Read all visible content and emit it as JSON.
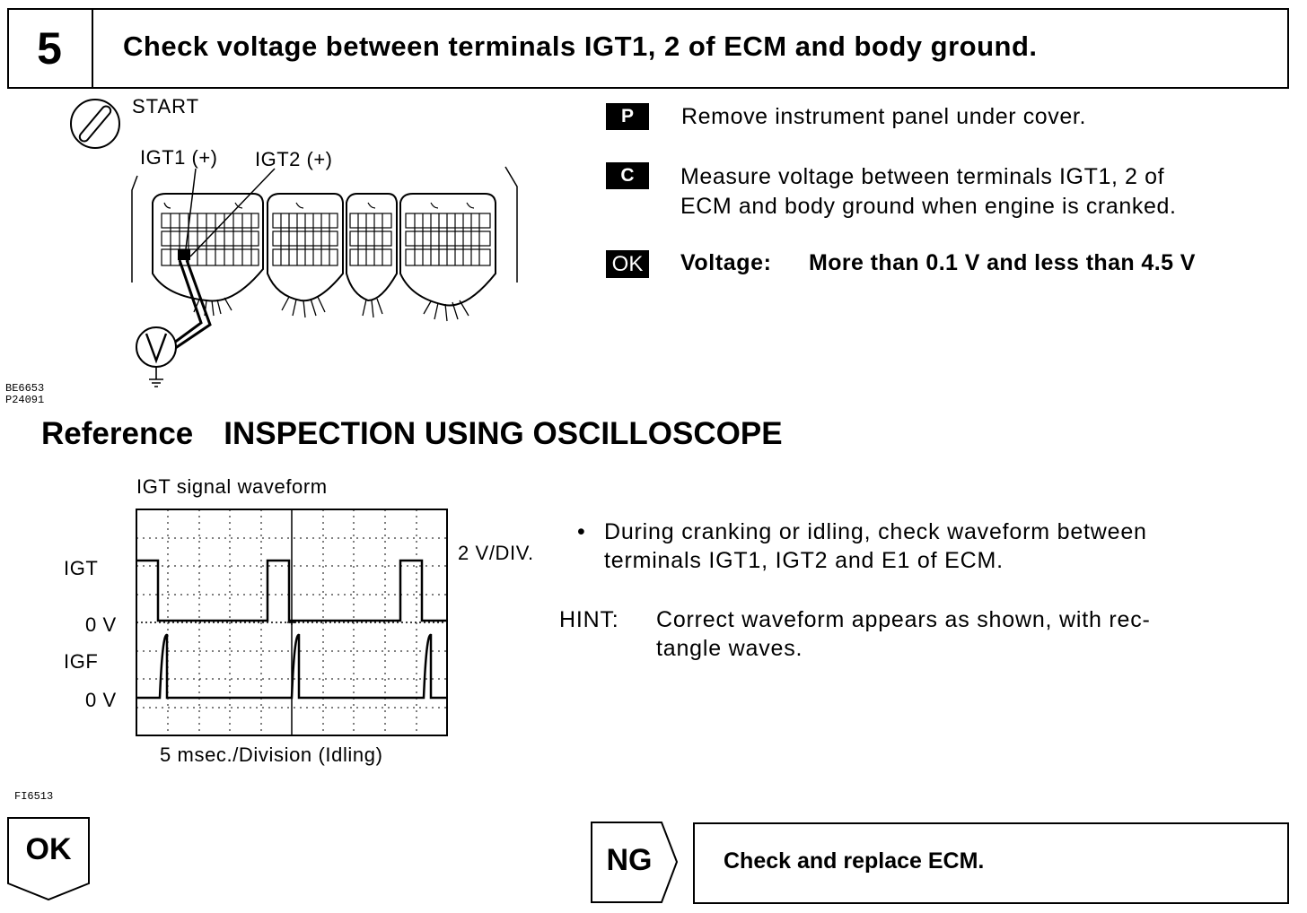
{
  "step": {
    "number": "5",
    "title": "Check voltage between terminals IGT1, 2 of ECM and body ground."
  },
  "diagram": {
    "start_label": "START",
    "igt1_label": "IGT1 (+)",
    "igt2_label": "IGT2 (+)",
    "meter_symbol": "V",
    "figure_code_1": "BE6653",
    "figure_code_2": "P24091"
  },
  "instructions": [
    {
      "badge": "P",
      "text": "Remove instrument panel under cover."
    },
    {
      "badge": "C",
      "line1": "Measure voltage between terminals IGT1, 2 of",
      "line2": "ECM and body ground when engine is cranked."
    },
    {
      "badge": "OK",
      "label": "Voltage:",
      "value": "More than 0.1 V and less than 4.5 V"
    }
  ],
  "reference": {
    "prefix": "Reference",
    "title": "INSPECTION USING OSCILLOSCOPE"
  },
  "oscilloscope": {
    "caption": "IGT signal waveform",
    "label_igt": "IGT",
    "label_0v_1": "0 V",
    "label_igf": "IGF",
    "label_0v_2": "0 V",
    "scale": "2 V/DIV.",
    "time_caption": "5 msec./Division (Idling)",
    "figure_code": "FI6513"
  },
  "notes": {
    "bullet": "•",
    "bullet_line1": "During cranking or idling, check waveform between",
    "bullet_line2": "terminals IGT1, IGT2 and E1 of ECM.",
    "hint_label": "HINT:",
    "hint_line1": "Correct waveform appears as shown, with rec-",
    "hint_line2": "tangle waves."
  },
  "results": {
    "ok_label": "OK",
    "ng_label": "NG",
    "ng_action": "Check and replace ECM."
  }
}
